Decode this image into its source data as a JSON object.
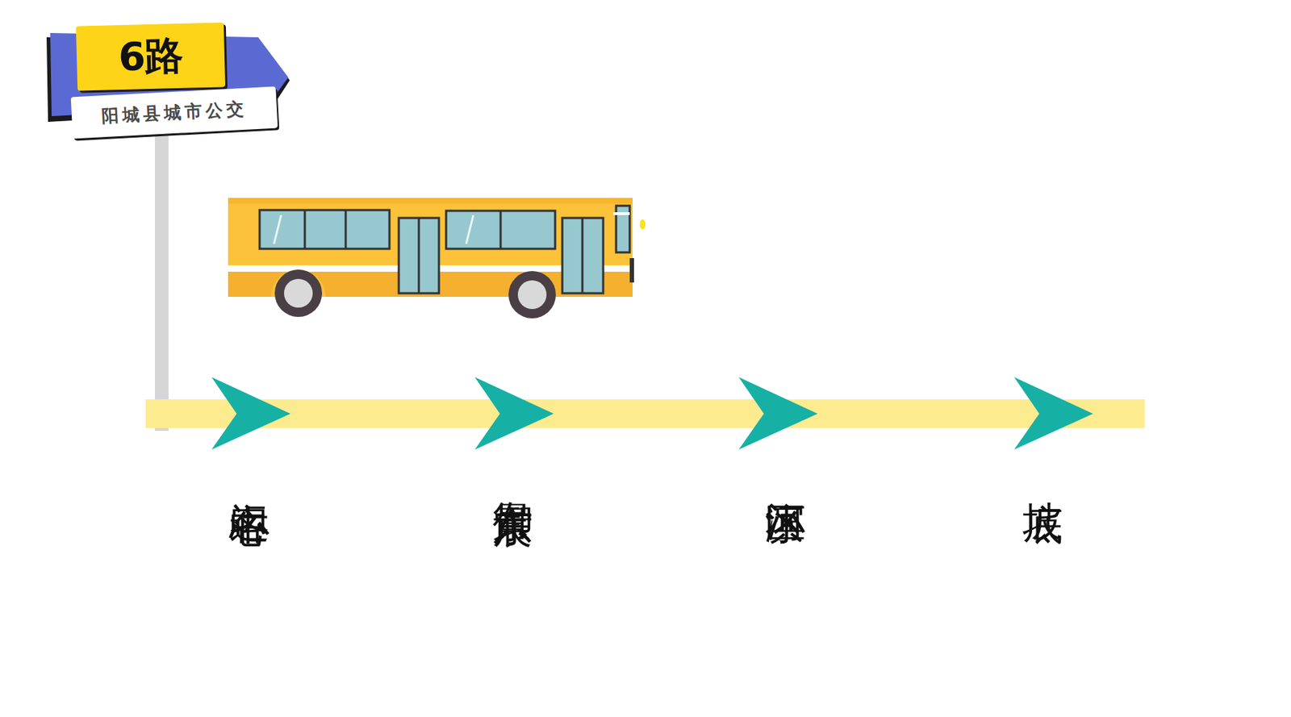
{
  "diagram": {
    "nodes": [
      {
        "text": [
          "6路"
        ]
      },
      {
        "text": [
          "阳城县城市公交"
        ]
      }
    ],
    "labels": [
      "客运中心",
      "御景东宸",
      "滨河小区",
      "坡底"
    ]
  }
}
